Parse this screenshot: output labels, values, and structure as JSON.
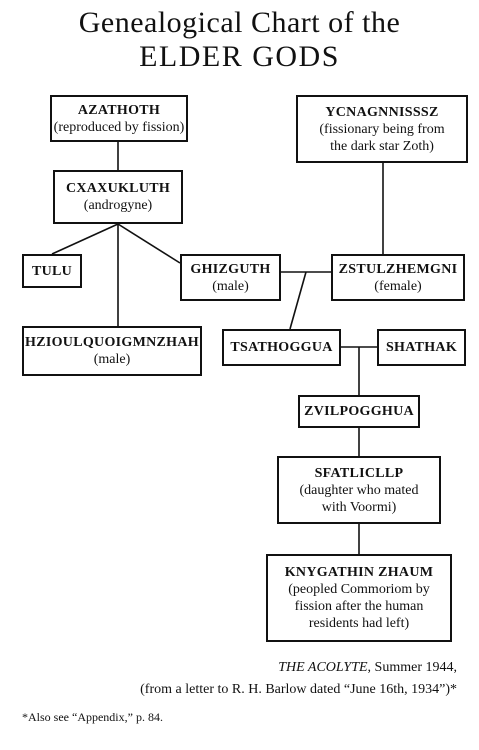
{
  "title": {
    "line1": "Genealogical Chart of the",
    "line2": "ELDER GODS"
  },
  "nodes": {
    "azathoth": {
      "name": "AZATHOTH",
      "note": "(reproduced by fission)"
    },
    "ycnagnnisssz": {
      "name": "YCNAGNNISSSZ",
      "note1": "(fissionary being from",
      "note2": "the dark star Zoth)"
    },
    "cxaxukluth": {
      "name": "CXAXUKLUTH",
      "note": "(androgyne)"
    },
    "tulu": {
      "name": "TULU"
    },
    "ghizguth": {
      "name": "GHIZGUTH",
      "note": "(male)"
    },
    "zstulzhemgni": {
      "name": "ZSTULZHEMGNI",
      "note": "(female)"
    },
    "hzioulquoigmnzhah": {
      "name": "HZIOULQUOIGMNZHAH",
      "note": "(male)"
    },
    "tsathoggua": {
      "name": "TSATHOGGUA"
    },
    "shathak": {
      "name": "SHATHAK"
    },
    "zvilpogghua": {
      "name": "ZVILPOGGHUA"
    },
    "sfatlicllp": {
      "name": "SFATLICLLP",
      "note1": "(daughter who mated",
      "note2": "with Voormi)"
    },
    "knygathin": {
      "name": "KNYGATHIN ZHAUM",
      "note1": "(peopled Commoriom by",
      "note2": "fission after the human",
      "note3": "residents had left)"
    }
  },
  "caption": {
    "source_italic": "THE ACOLYTE",
    "source_rest": ", Summer 1944,",
    "letter": "(from a letter to R. H. Barlow dated “June 16th, 1934”)*"
  },
  "footnote": "*Also see “Appendix,” p. 84."
}
